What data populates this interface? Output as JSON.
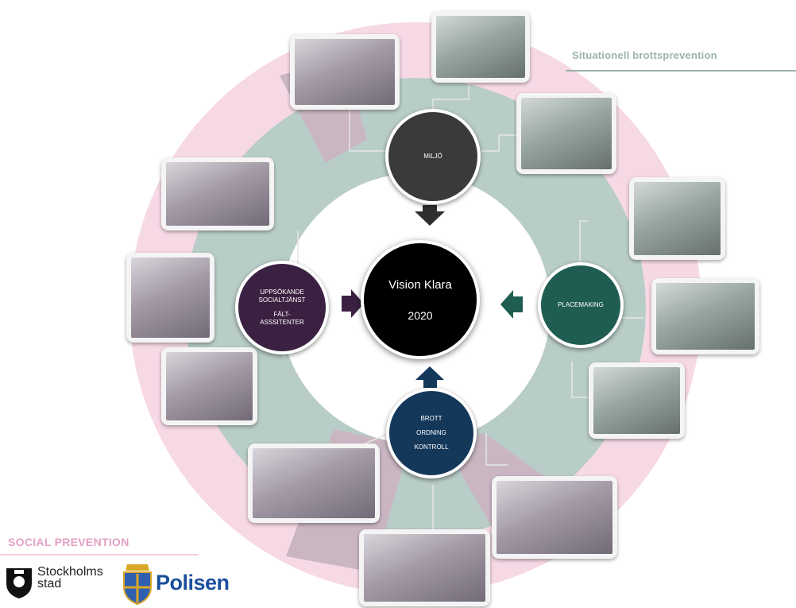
{
  "header": {
    "title": "Situationell brottsprevention"
  },
  "footer": {
    "title": "SOCIAL PREVENTION"
  },
  "center": {
    "line1": "Vision Klara",
    "line2": "2020"
  },
  "nodes": {
    "miljo": {
      "label": "MILJÖ",
      "color": "#3a3a3a"
    },
    "placemaking": {
      "label": "PLACEMAKING",
      "color": "#1f5d52"
    },
    "brott": {
      "line1": "BROTT",
      "line2": "ORDNING",
      "line3": "KONTROLL",
      "color": "#14385a"
    },
    "uppsokande": {
      "line1": "UPPSÖKANDE",
      "line2": "SOCIALTJÄNST",
      "line3": "FÄLT-",
      "line4": "ASSSITENTER",
      "color": "#3b2141"
    }
  },
  "colors": {
    "pink_ring": "#f7d9e6",
    "teal_ring": "#b9cdc8",
    "mauve_ring": "#c9b6c2"
  },
  "logos": {
    "city_line1": "Stockholms",
    "city_line2": "stad",
    "police": "Polisen"
  }
}
